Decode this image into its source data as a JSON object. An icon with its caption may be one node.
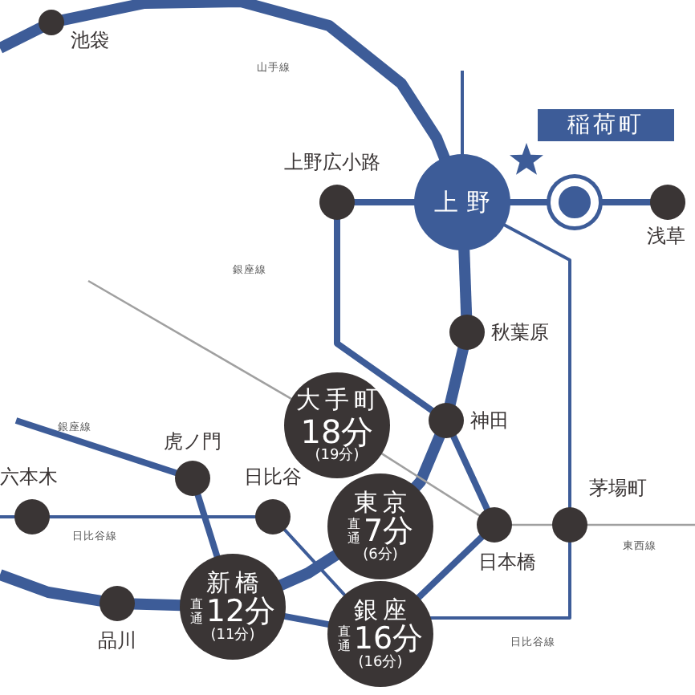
{
  "diagram": {
    "nodes": [
      {
        "text": [
          "池袋"
        ]
      },
      {
        "text": [
          "上野広小路"
        ]
      },
      {
        "text": [
          "上野"
        ]
      },
      {
        "text": [
          "稲荷町"
        ]
      },
      {
        "text": [
          "浅草"
        ]
      },
      {
        "text": [
          "秋葉原"
        ]
      },
      {
        "text": [
          "神田"
        ]
      },
      {
        "text": [
          "大手町",
          "18分",
          "(19分)"
        ]
      },
      {
        "text": [
          "六本木"
        ]
      },
      {
        "text": [
          "虎ノ門"
        ]
      },
      {
        "text": [
          "日比谷"
        ]
      },
      {
        "text": [
          "東京",
          "直通",
          "7分",
          "(6分)"
        ]
      },
      {
        "text": [
          "日本橋"
        ]
      },
      {
        "text": [
          "茅場町"
        ]
      },
      {
        "text": [
          "品川"
        ]
      },
      {
        "text": [
          "新橋",
          "直通",
          "12分",
          "(11分)"
        ]
      },
      {
        "text": [
          "銀座",
          "直通",
          "16分",
          "(16分)"
        ]
      }
    ],
    "edges": [
      {
        "from": null,
        "to": 0,
        "arrow": "none"
      },
      {
        "from": 0,
        "to": 2,
        "arrow": "none"
      },
      {
        "from": 2,
        "to": 5,
        "arrow": "none"
      },
      {
        "from": 5,
        "to": 6,
        "arrow": "none"
      },
      {
        "from": 6,
        "to": 11,
        "arrow": "none"
      },
      {
        "from": 11,
        "to": 15,
        "arrow": "none"
      },
      {
        "from": 15,
        "to": 14,
        "arrow": "none"
      },
      {
        "from": 14,
        "to": null,
        "arrow": "none"
      },
      {
        "from": null,
        "to": 9,
        "arrow": "none"
      },
      {
        "from": 9,
        "to": 15,
        "arrow": "none"
      },
      {
        "from": 15,
        "to": 16,
        "arrow": "none"
      },
      {
        "from": 16,
        "to": 12,
        "arrow": "none"
      },
      {
        "from": 12,
        "to": 6,
        "arrow": "none"
      },
      {
        "from": 6,
        "to": 1,
        "arrow": "none"
      },
      {
        "from": 1,
        "to": 2,
        "arrow": "none"
      },
      {
        "from": 2,
        "to": 3,
        "arrow": "none"
      },
      {
        "from": 3,
        "to": 4,
        "arrow": "none"
      },
      {
        "from": null,
        "to": 8,
        "arrow": "none"
      },
      {
        "from": 8,
        "to": 10,
        "arrow": "none"
      },
      {
        "from": 10,
        "to": 16,
        "arrow": "none"
      },
      {
        "from": 16,
        "to": 13,
        "arrow": "none"
      },
      {
        "from": 13,
        "to": 2,
        "arrow": "none"
      },
      {
        "from": 2,
        "to": null,
        "arrow": "none"
      },
      {
        "from": null,
        "to": 7,
        "arrow": "none",
        "color": "#a0a0a0"
      },
      {
        "from": 7,
        "to": 12,
        "arrow": "none",
        "color": "#a0a0a0"
      },
      {
        "from": 12,
        "to": 13,
        "arrow": "none",
        "color": "#a0a0a0"
      },
      {
        "from": 13,
        "to": null,
        "arrow": "none",
        "color": "#a0a0a0"
      }
    ],
    "labels": [
      "山手線",
      "銀座線",
      "銀座線",
      "日比谷線",
      "東西線",
      "日比谷線"
    ]
  }
}
